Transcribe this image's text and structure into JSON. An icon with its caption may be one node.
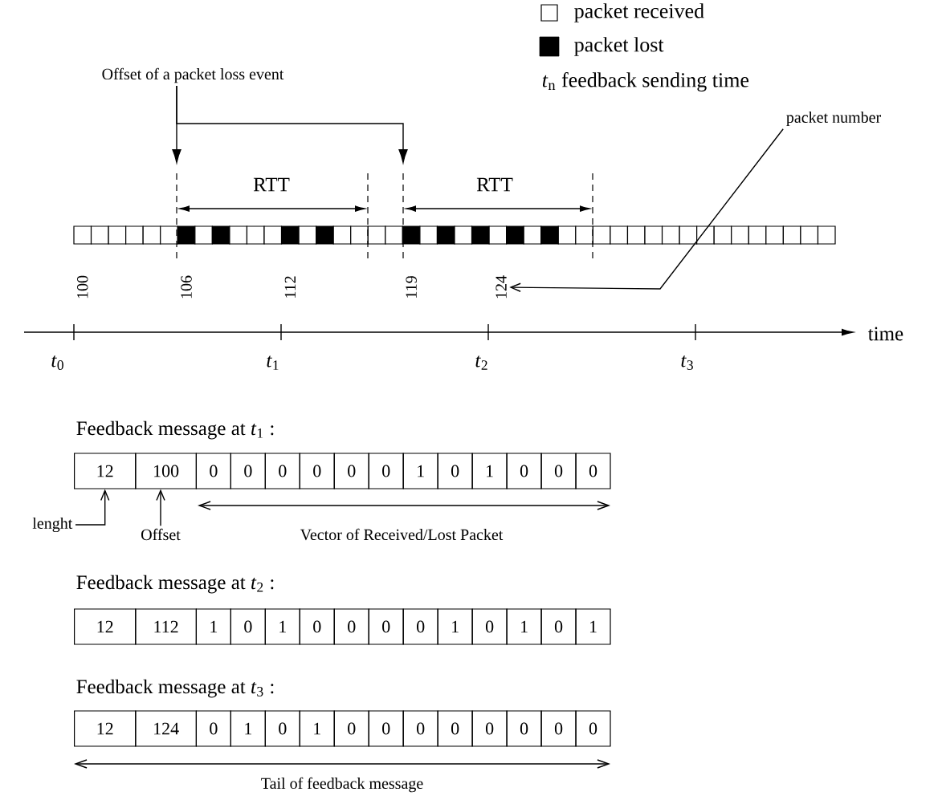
{
  "diagram": {
    "nodes": [
      {
        "text": [
          "Offset of a packet loss event"
        ]
      },
      {
        "text": [
          "packet number"
        ]
      },
      {
        "text": [
          "124"
        ]
      },
      {
        "text": [
          "12"
        ]
      },
      {
        "text": [
          "100"
        ]
      },
      {
        "text": [
          "0"
        ]
      },
      {
        "text": [
          "0"
        ]
      },
      {
        "text": [
          "0"
        ]
      },
      {
        "text": [
          "0"
        ]
      },
      {
        "text": [
          "0"
        ]
      },
      {
        "text": [
          "0"
        ]
      },
      {
        "text": [
          "1"
        ]
      },
      {
        "text": [
          "0"
        ]
      },
      {
        "text": [
          "1"
        ]
      },
      {
        "text": [
          "0"
        ]
      },
      {
        "text": [
          "0"
        ]
      },
      {
        "text": [
          "0"
        ]
      },
      {
        "text": [
          "lenght"
        ]
      },
      {
        "text": [
          "Offset"
        ]
      },
      {
        "text": [
          "12"
        ]
      },
      {
        "text": [
          "112"
        ]
      },
      {
        "text": [
          "1"
        ]
      },
      {
        "text": [
          "0"
        ]
      },
      {
        "text": [
          "1"
        ]
      },
      {
        "text": [
          "0"
        ]
      },
      {
        "text": [
          "0"
        ]
      },
      {
        "text": [
          "0"
        ]
      },
      {
        "text": [
          "0"
        ]
      },
      {
        "text": [
          "1"
        ]
      },
      {
        "text": [
          "0"
        ]
      },
      {
        "text": [
          "1"
        ]
      },
      {
        "text": [
          "0"
        ]
      },
      {
        "text": [
          "1"
        ]
      },
      {
        "text": [
          "12"
        ]
      },
      {
        "text": [
          "124"
        ]
      },
      {
        "text": [
          "0"
        ]
      },
      {
        "text": [
          "1"
        ]
      },
      {
        "text": [
          "0"
        ]
      },
      {
        "text": [
          "1"
        ]
      },
      {
        "text": [
          "0"
        ]
      },
      {
        "text": [
          "0"
        ]
      },
      {
        "text": [
          "0"
        ]
      },
      {
        "text": [
          "0"
        ]
      },
      {
        "text": [
          "0"
        ]
      },
      {
        "text": [
          "0"
        ]
      },
      {
        "text": [
          "0"
        ]
      },
      {
        "text": [
          "0"
        ]
      }
    ],
    "edges": [
      {
        "from": 0,
        "to": null,
        "arrow": "to"
      },
      {
        "from": 0,
        "to": null,
        "arrow": "to"
      },
      {
        "from": 1,
        "to": 2,
        "arrow": "to"
      },
      {
        "from": 17,
        "to": 3,
        "arrow": "to"
      },
      {
        "from": 18,
        "to": 4,
        "arrow": "to"
      }
    ],
    "labels": [
      "RTT",
      "RTT",
      "100",
      "106",
      "112",
      "119",
      "*t*$_{0}$",
      "*t*$_{1}$",
      "*t*$_{2}$",
      "*t*$_{3}$",
      "time",
      "Feedback message at *t*$_{1}$ :",
      "Vector of Received/Lost Packet",
      "Feedback message at *t*$_{2}$ :",
      "Feedback message at *t*$_{3}$ :",
      "Tail of feedback message"
    ],
    "legend": [
      {
        "text": "packet received"
      },
      {
        "text": "packet lost",
        "color": "#000000"
      },
      {
        "text": "*t*$_{n}$ feedback sending time"
      }
    ]
  }
}
